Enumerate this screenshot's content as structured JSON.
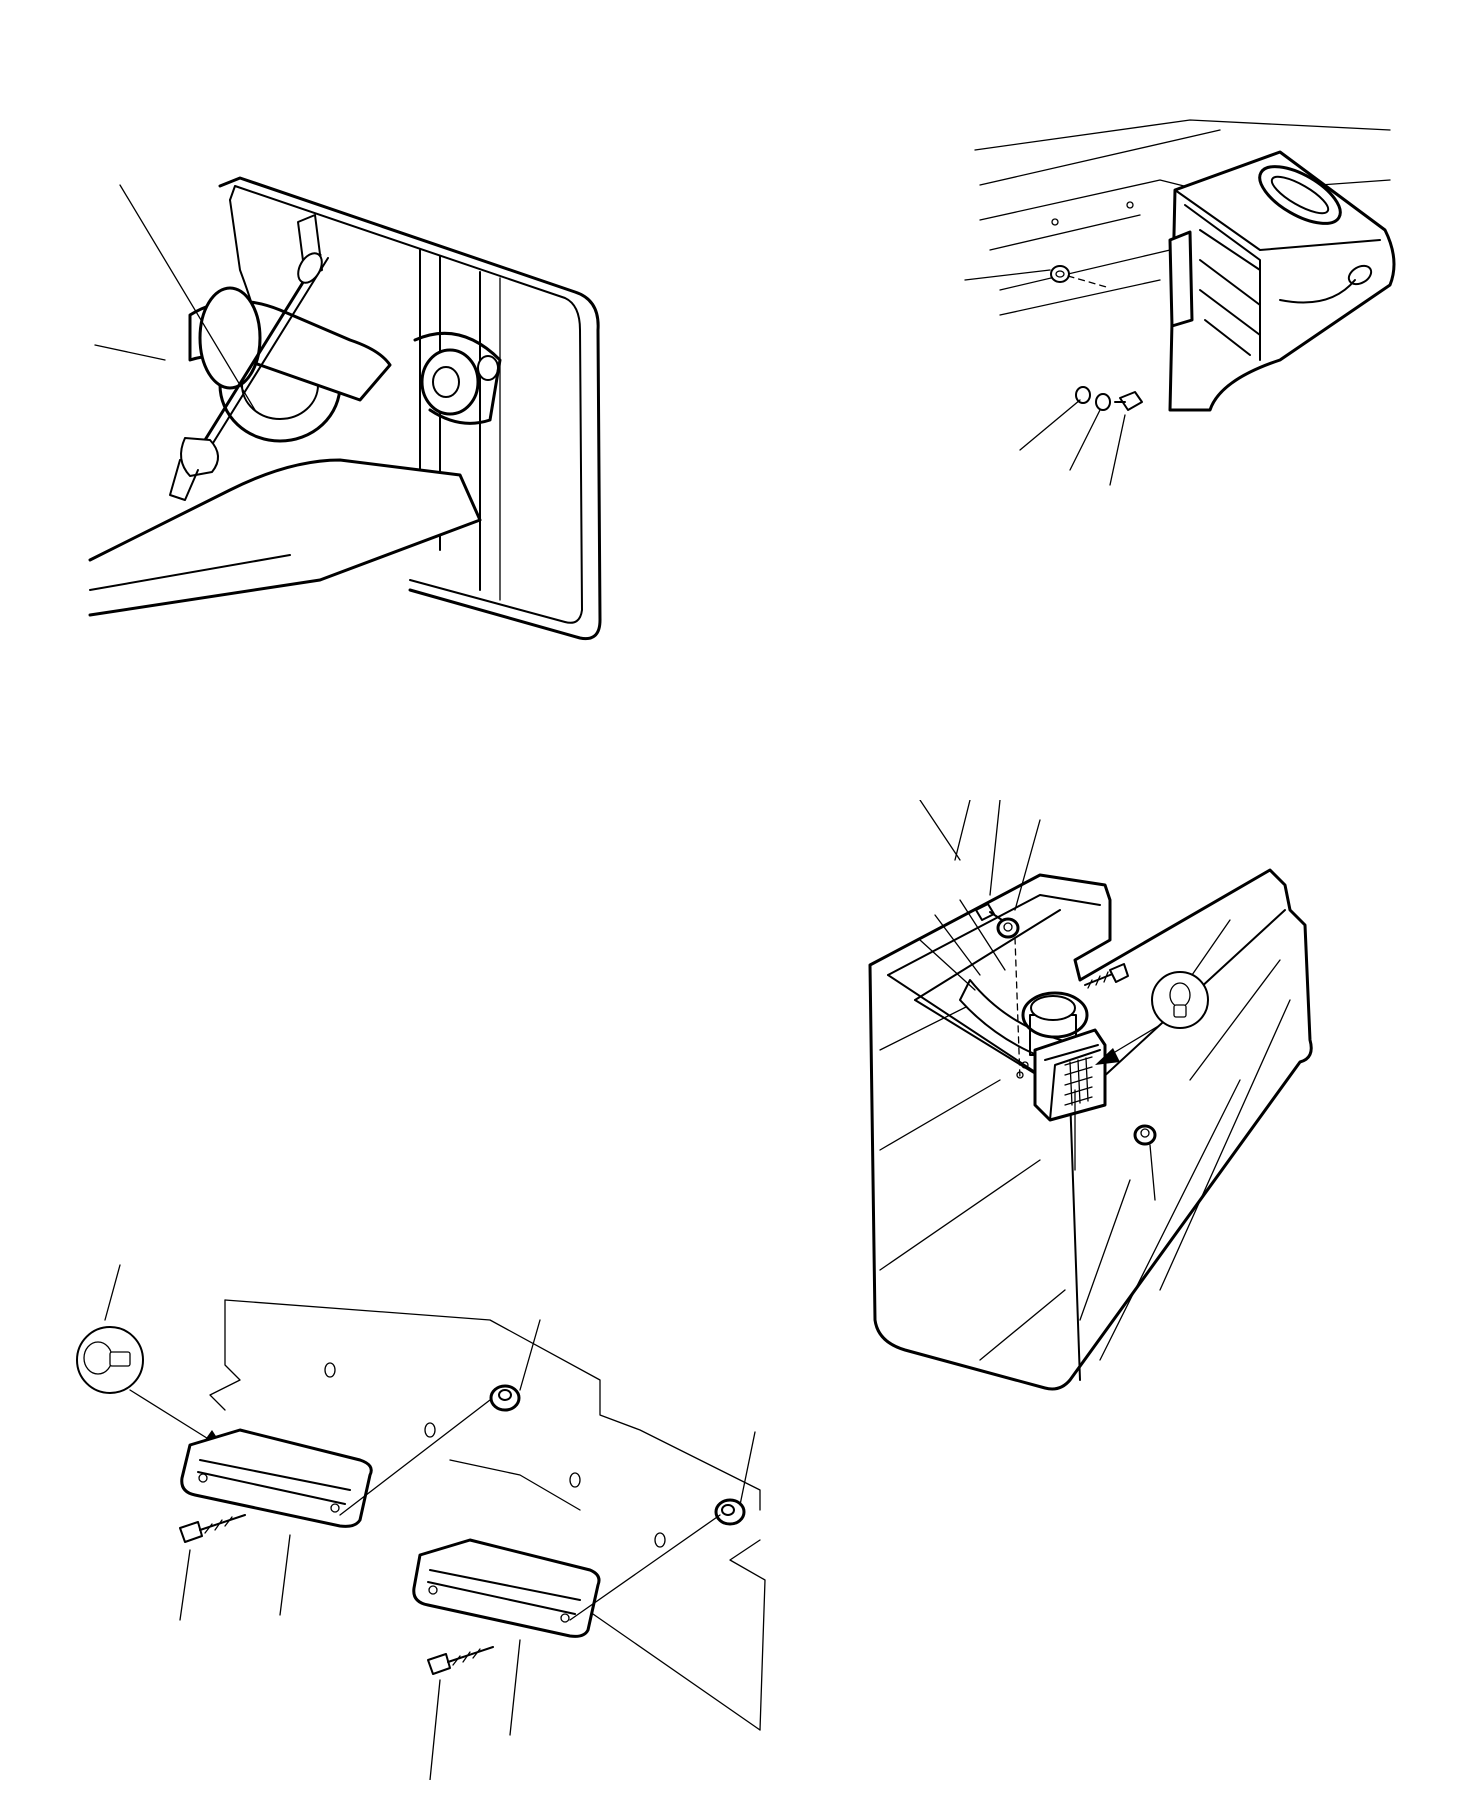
{
  "sheet": {
    "background": "#ffffff",
    "line_color": "#000000",
    "text": []
  },
  "figures": [
    {
      "id": "tow-hitch-safety-cable",
      "printed_labels": []
    },
    {
      "id": "rear-tank-bracket-mounting",
      "printed_labels": []
    },
    {
      "id": "front-marker-lamps",
      "printed_labels": []
    },
    {
      "id": "rear-box-lamp",
      "printed_labels": []
    }
  ],
  "icons": {
    "bulb_detail": "bulb-icon",
    "pointer_arrow": "arrow-icon"
  }
}
